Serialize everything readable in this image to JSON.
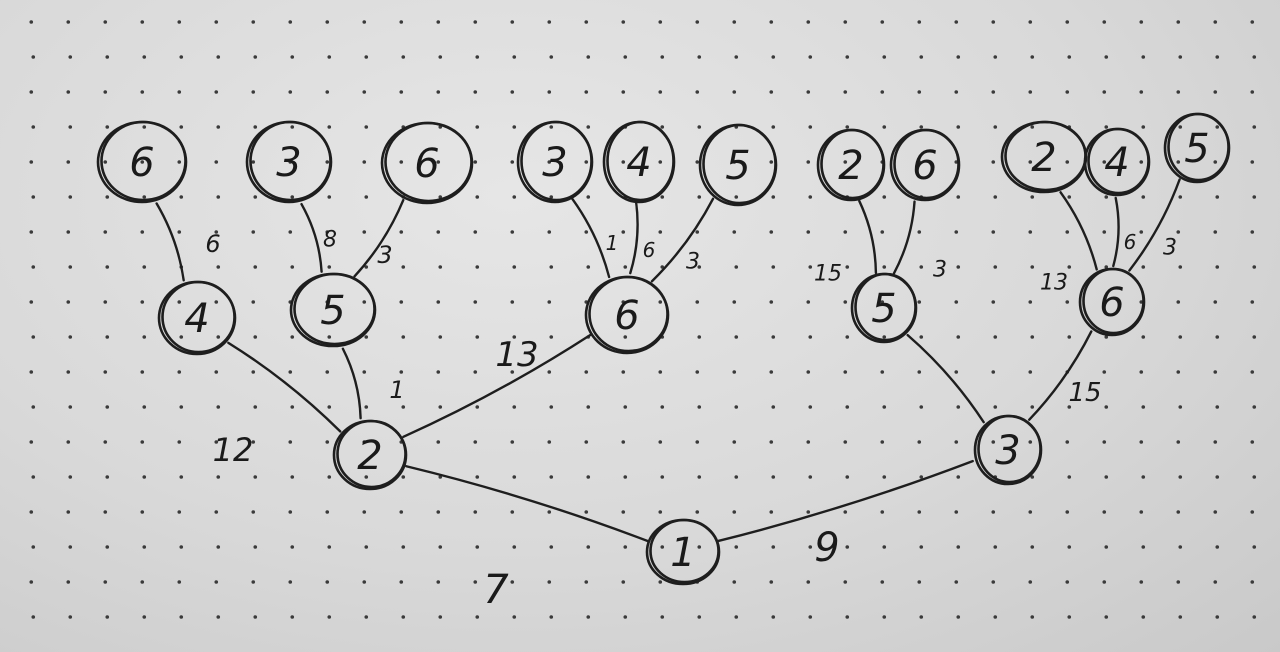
{
  "tree": {
    "nodes": [
      {
        "id": "n1",
        "label": "1"
      },
      {
        "id": "n2",
        "label": "2"
      },
      {
        "id": "n3",
        "label": "3"
      },
      {
        "id": "n4",
        "label": "4"
      },
      {
        "id": "n5a",
        "label": "5"
      },
      {
        "id": "n6a",
        "label": "6"
      },
      {
        "id": "n5b",
        "label": "5"
      },
      {
        "id": "n6b",
        "label": "6"
      },
      {
        "id": "l6a",
        "label": "6"
      },
      {
        "id": "l3a",
        "label": "3"
      },
      {
        "id": "l6b",
        "label": "6"
      },
      {
        "id": "l3b",
        "label": "3"
      },
      {
        "id": "l4a",
        "label": "4"
      },
      {
        "id": "l5a",
        "label": "5"
      },
      {
        "id": "l2a",
        "label": "2"
      },
      {
        "id": "l6c",
        "label": "6"
      },
      {
        "id": "l2b",
        "label": "2"
      },
      {
        "id": "l4b",
        "label": "4"
      },
      {
        "id": "l5b",
        "label": "5"
      }
    ],
    "edges": [
      {
        "from": "n1",
        "to": "n2",
        "weight": "7"
      },
      {
        "from": "n1",
        "to": "n3",
        "weight": "9"
      },
      {
        "from": "n2",
        "to": "n4",
        "weight": "12"
      },
      {
        "from": "n2",
        "to": "n5a",
        "weight": "1"
      },
      {
        "from": "n2",
        "to": "n6a",
        "weight": "13"
      },
      {
        "from": "n3",
        "to": "n5b",
        "weight": ""
      },
      {
        "from": "n3",
        "to": "n6b",
        "weight": "15"
      },
      {
        "from": "n4",
        "to": "l6a",
        "weight": "6"
      },
      {
        "from": "n5a",
        "to": "l3a",
        "weight": "8"
      },
      {
        "from": "n5a",
        "to": "l6b",
        "weight": "3"
      },
      {
        "from": "n6a",
        "to": "l3b",
        "weight": "1"
      },
      {
        "from": "n6a",
        "to": "l4a",
        "weight": "6"
      },
      {
        "from": "n6a",
        "to": "l5a",
        "weight": "3"
      },
      {
        "from": "n5b",
        "to": "l2a",
        "weight": "15"
      },
      {
        "from": "n5b",
        "to": "l6c",
        "weight": "3"
      },
      {
        "from": "n6b",
        "to": "l2b",
        "weight": "13"
      },
      {
        "from": "n6b",
        "to": "l4b",
        "weight": "6"
      },
      {
        "from": "n6b",
        "to": "l5b",
        "weight": "3"
      }
    ]
  }
}
